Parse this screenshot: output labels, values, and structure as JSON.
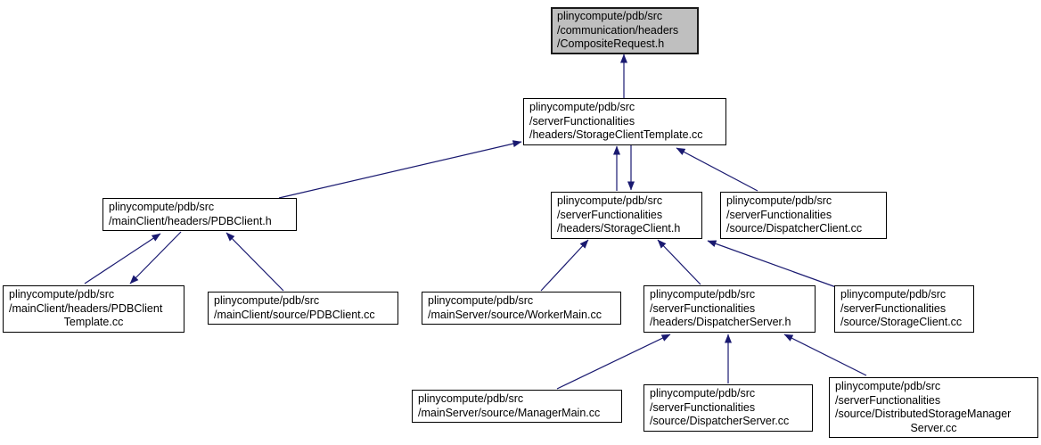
{
  "colors": {
    "edge": "#191970",
    "node_fill": "#ffffff",
    "node_border": "#000000",
    "highlight_node_fill": "#bfbfbf"
  },
  "nodes": {
    "composite_request_h": {
      "label": "plinycompute/pdb/src\n/communication/headers\n/CompositeRequest.h"
    },
    "storage_client_template_cc": {
      "label": "plinycompute/pdb/src\n/serverFunctionalities\n/headers/StorageClientTemplate.cc"
    },
    "pdb_client_h": {
      "label": "plinycompute/pdb/src\n/mainClient/headers/PDBClient.h"
    },
    "storage_client_h": {
      "label": "plinycompute/pdb/src\n/serverFunctionalities\n/headers/StorageClient.h"
    },
    "dispatcher_client_cc": {
      "label": "plinycompute/pdb/src\n/serverFunctionalities\n/source/DispatcherClient.cc"
    },
    "pdb_client_template_cc": {
      "label": "plinycompute/pdb/src\n/mainClient/headers/PDBClient",
      "label2": "Template.cc"
    },
    "pdb_client_cc": {
      "label": "plinycompute/pdb/src\n/mainClient/source/PDBClient.cc"
    },
    "worker_main_cc": {
      "label": "plinycompute/pdb/src\n/mainServer/source/WorkerMain.cc"
    },
    "dispatcher_server_h": {
      "label": "plinycompute/pdb/src\n/serverFunctionalities\n/headers/DispatcherServer.h"
    },
    "storage_client_cc": {
      "label": "plinycompute/pdb/src\n/serverFunctionalities\n/source/StorageClient.cc"
    },
    "manager_main_cc": {
      "label": "plinycompute/pdb/src\n/mainServer/source/ManagerMain.cc"
    },
    "dispatcher_server_cc": {
      "label": "plinycompute/pdb/src\n/serverFunctionalities\n/source/DispatcherServer.cc"
    },
    "distributed_storage_manager_server_cc": {
      "label": "plinycompute/pdb/src\n/serverFunctionalities\n/source/DistributedStorageManager",
      "label2": "Server.cc"
    }
  },
  "edges": [
    {
      "from": "storage_client_template_cc",
      "to": "composite_request_h"
    },
    {
      "from": "pdb_client_h",
      "to": "storage_client_template_cc"
    },
    {
      "from": "storage_client_h",
      "to": "storage_client_template_cc"
    },
    {
      "from": "storage_client_template_cc",
      "to": "storage_client_h"
    },
    {
      "from": "dispatcher_client_cc",
      "to": "storage_client_template_cc"
    },
    {
      "from": "pdb_client_template_cc",
      "to": "pdb_client_h"
    },
    {
      "from": "pdb_client_h",
      "to": "pdb_client_template_cc"
    },
    {
      "from": "pdb_client_cc",
      "to": "pdb_client_h"
    },
    {
      "from": "worker_main_cc",
      "to": "storage_client_h"
    },
    {
      "from": "dispatcher_server_h",
      "to": "storage_client_h"
    },
    {
      "from": "storage_client_cc",
      "to": "storage_client_h"
    },
    {
      "from": "manager_main_cc",
      "to": "dispatcher_server_h"
    },
    {
      "from": "dispatcher_server_cc",
      "to": "dispatcher_server_h"
    },
    {
      "from": "distributed_storage_manager_server_cc",
      "to": "dispatcher_server_h"
    }
  ]
}
